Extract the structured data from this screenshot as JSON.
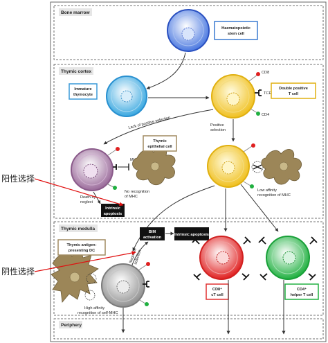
{
  "sections": {
    "bone_marrow": "Bone marrow",
    "thymic_cortex": "Thymic cortex",
    "thymic_medulla": "Thymic medulla",
    "periphery": "Periphery"
  },
  "boxes": {
    "hsc": [
      "Haematopoietic",
      "stem cell"
    ],
    "immature": [
      "Immature",
      "thymocyte"
    ],
    "double_positive": [
      "Double positive",
      "T cell"
    ],
    "thymic_epithelial": [
      "Thymic",
      "epithelial cell"
    ],
    "intrinsic_apoptosis_1": [
      "Intrinsic",
      "apoptosis"
    ],
    "intrinsic_apoptosis_2": "Intrinsic apoptosis",
    "bim": [
      "BIM",
      "activation"
    ],
    "thymic_dc": [
      "Thymic antigen-",
      "presenting DC"
    ],
    "cd8_cell": [
      "CD8⁺",
      "cT cell"
    ],
    "cd4_cell": [
      "CD4⁺",
      "helper T cell"
    ]
  },
  "labels": {
    "cd8": "CD8",
    "tcr": "TCR",
    "cd4": "CD4",
    "lack_positive": "Lack of positive selection",
    "positive_selection": [
      "Positive",
      "selection"
    ],
    "mhc": "MHC",
    "death_neglect": [
      "Death by",
      "neglect"
    ],
    "no_recognition": [
      "No recognition",
      "of MHC"
    ],
    "low_affinity": [
      "Low affinity",
      "recognition of MHC"
    ],
    "negative_selection": [
      "Negative",
      "selection"
    ],
    "high_affinity": [
      "High affinity",
      "recognition of self-MHC"
    ]
  },
  "annotations": {
    "positive_cn": "阳性选择",
    "negative_cn": "阴性选择"
  },
  "colors": {
    "red_arrow": "#e01010",
    "hsc": "#3a5fd0",
    "immature": "#3aa0d8",
    "double_positive": "#e8c020",
    "dying": "#9a6a9a",
    "cd8": "#e03030",
    "cd4": "#30b050",
    "epithelial": "#a08a60"
  }
}
